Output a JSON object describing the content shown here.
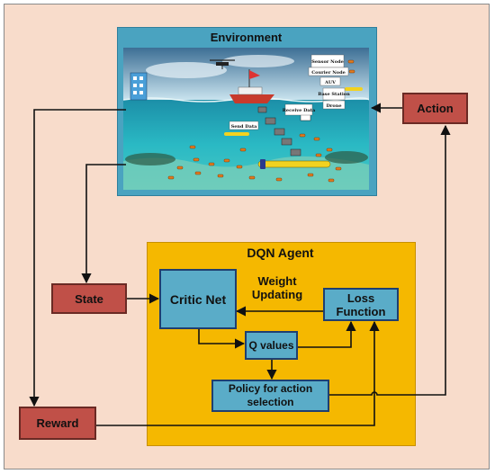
{
  "environment": {
    "title": "Environment",
    "scene_labels": {
      "sensor_node": "Sensor Node",
      "courier_node": "Courier Node",
      "auv": "AUV",
      "base_station": "Base Station",
      "drone": "Drone",
      "receive_data": "Receive Data",
      "send_data": "Send Data"
    }
  },
  "agent": {
    "title": "DQN Agent",
    "critic_net": "Critic Net",
    "weight_updating": "Weight Updating",
    "loss_function": "Loss Function",
    "q_values": "Q values",
    "policy": "Policy for action selection"
  },
  "action": "Action",
  "state": "State",
  "reward": "Reward",
  "colors": {
    "background": "#f8dccb",
    "agent_panel": "#f5b800",
    "red_box": "#c05048",
    "blue_box": "#5aacc8",
    "environment_frame": "#4aa3c0"
  }
}
